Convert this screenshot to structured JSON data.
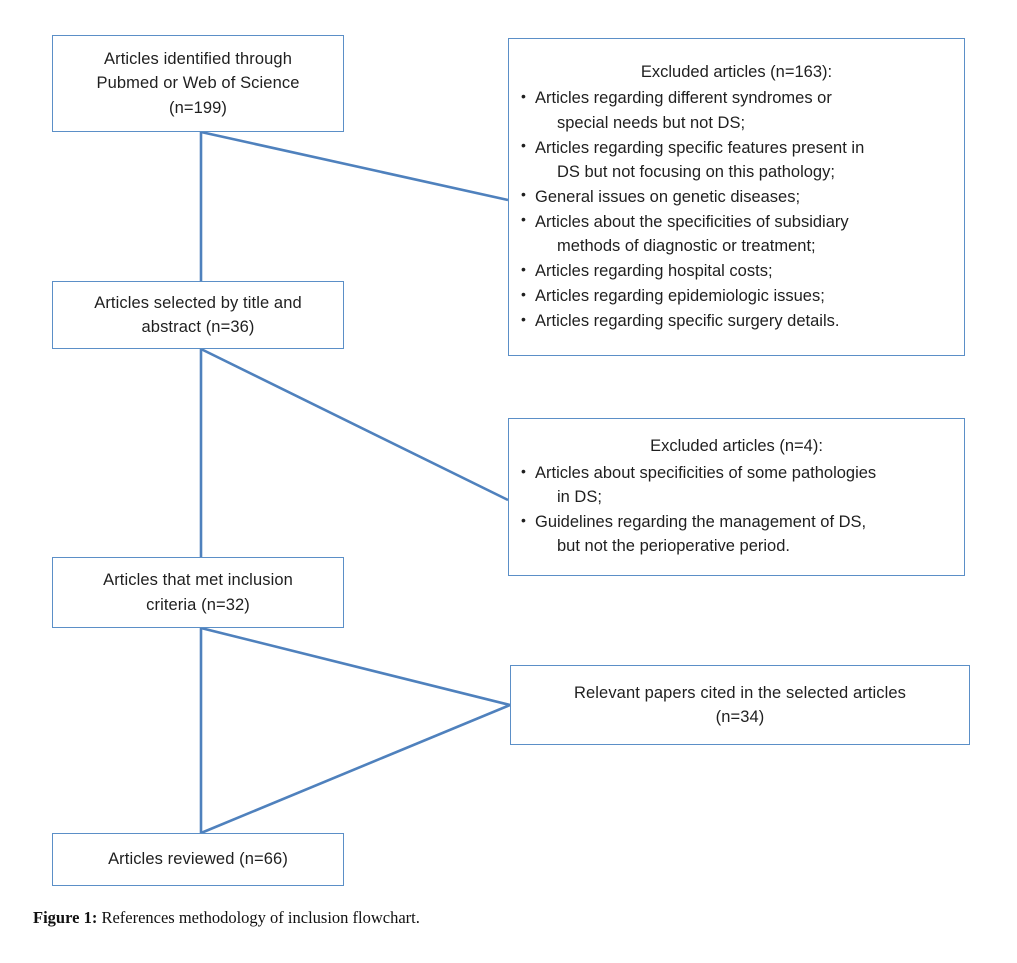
{
  "figure": {
    "caption_label": "Figure 1:",
    "caption_text": "References methodology of inclusion flowchart.",
    "accent_color": "#5B8FC7",
    "connector_color": "#4F81BD",
    "text_color": "#1f1f1f",
    "background": "#ffffff"
  },
  "flow": {
    "identified": {
      "text": "Articles identified through\nPubmed or Web of Science\n(n=199)",
      "count": 199
    },
    "selected": {
      "text": "Articles selected by title and\nabstract (n=36)",
      "count": 36
    },
    "inclusion": {
      "text": "Articles that met inclusion\ncriteria (n=32)",
      "count": 32
    },
    "reviewed": {
      "text": "Articles reviewed (n=66)",
      "count": 66
    },
    "relevant": {
      "text": "Relevant papers cited in the selected articles\n(n=34)",
      "count": 34
    }
  },
  "excluded_1": {
    "title": "Excluded articles (n=163):",
    "count": 163,
    "items": [
      {
        "main": "Articles regarding different syndromes or",
        "cont": "special needs but not DS;"
      },
      {
        "main": "Articles regarding specific features present in",
        "cont": "DS but not focusing on this pathology;"
      },
      {
        "main": "General issues on genetic diseases;",
        "cont": ""
      },
      {
        "main": "Articles about the specificities of subsidiary",
        "cont": "methods of diagnostic or treatment;"
      },
      {
        "main": "Articles regarding hospital costs;",
        "cont": ""
      },
      {
        "main": "Articles regarding epidemiologic issues;",
        "cont": ""
      },
      {
        "main": "Articles regarding specific surgery details.",
        "cont": ""
      }
    ]
  },
  "excluded_2": {
    "title": "Excluded articles (n=4):",
    "count": 4,
    "items": [
      {
        "main": "Articles about specificities of some pathologies",
        "cont": "in DS;"
      },
      {
        "main": "Guidelines regarding the management of DS,",
        "cont": "but not the perioperative period."
      }
    ]
  },
  "bullet_glyph": "•"
}
